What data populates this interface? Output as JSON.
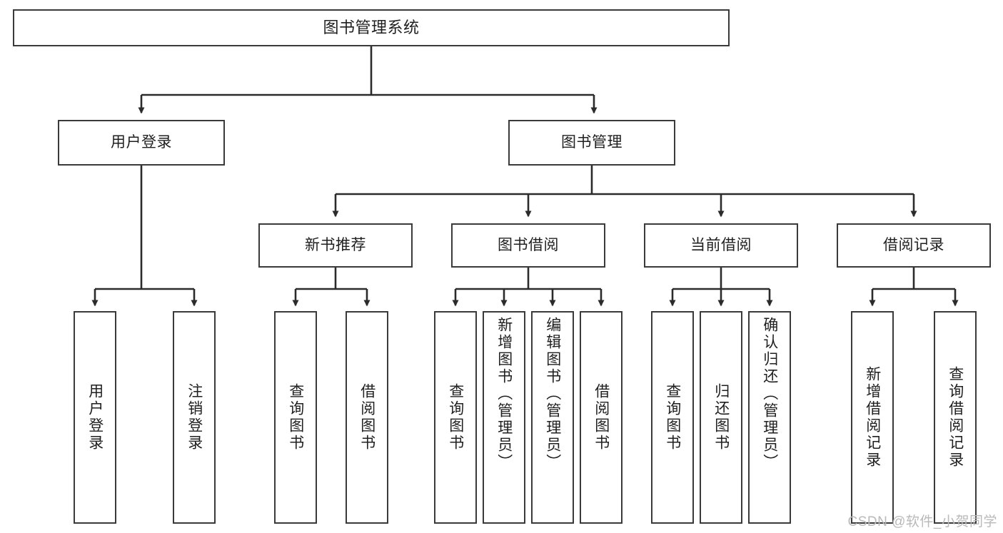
{
  "diagram": {
    "title": "图书管理系统",
    "watermark": "CSDN @软件_小贺同学",
    "colors": {
      "background": "#ffffff",
      "box_fill": "#ffffff",
      "box_stroke": "#3a3a3a",
      "connector": "#2b2b2b",
      "text": "#1f1f1f",
      "watermark": "#b9b9b9"
    },
    "nodes": {
      "root": {
        "label": "图书管理系统"
      },
      "level1": [
        {
          "label": "用户登录"
        },
        {
          "label": "图书管理"
        }
      ],
      "level2": [
        {
          "label": "新书推荐"
        },
        {
          "label": "图书借阅"
        },
        {
          "label": "当前借阅"
        },
        {
          "label": "借阅记录"
        }
      ],
      "leaves": {
        "user_login": [
          {
            "label": "用户登录"
          },
          {
            "label": "注销登录"
          }
        ],
        "new_book_recommend": [
          {
            "label": "查询图书"
          },
          {
            "label": "借阅图书"
          }
        ],
        "book_borrow": [
          {
            "label": "查询图书"
          },
          {
            "label": "新增图书（管理员）"
          },
          {
            "label": "编辑图书（管理员）"
          },
          {
            "label": "借阅图书"
          }
        ],
        "current_borrow": [
          {
            "label": "查询图书"
          },
          {
            "label": "归还图书"
          },
          {
            "label": "确认归还（管理员）"
          }
        ],
        "borrow_record": [
          {
            "label": "新增借阅记录"
          },
          {
            "label": "查询借阅记录"
          }
        ]
      }
    }
  }
}
